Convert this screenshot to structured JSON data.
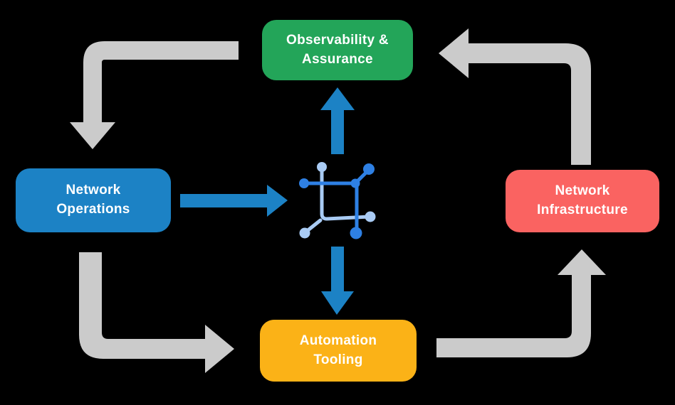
{
  "background_color": "#000000",
  "colors": {
    "arrow_gray": "#CBCBCB",
    "arrow_blue": "#1C82C5",
    "icon_dark_blue": "#2E80E4",
    "icon_light_blue": "#A9CBF4",
    "node_text": "#FFFFFF",
    "node_green": "#23A559",
    "node_blue": "#1C82C5",
    "node_red": "#FA6361",
    "node_yellow": "#FBB217"
  },
  "nodes": {
    "observability": {
      "label": "Observability &\nAssurance"
    },
    "operations": {
      "label": "Network\nOperations"
    },
    "infrastructure": {
      "label": "Network\nInfrastructure"
    },
    "tooling": {
      "label": "Automation\nTooling"
    }
  },
  "icon": {
    "name": "network-hub-icon"
  },
  "flows": [
    {
      "from": "Observability & Assurance",
      "to": "Network Operations",
      "style": "gray"
    },
    {
      "from": "Network Operations",
      "to": "Automation Tooling",
      "style": "gray"
    },
    {
      "from": "Automation Tooling",
      "to": "Network Infrastructure",
      "style": "gray"
    },
    {
      "from": "Network Infrastructure",
      "to": "Observability & Assurance",
      "style": "gray"
    },
    {
      "from": "Network Operations",
      "to": "network-hub",
      "style": "blue"
    },
    {
      "from": "network-hub",
      "to": "Observability & Assurance",
      "style": "blue"
    },
    {
      "from": "network-hub",
      "to": "Automation Tooling",
      "style": "blue"
    }
  ]
}
